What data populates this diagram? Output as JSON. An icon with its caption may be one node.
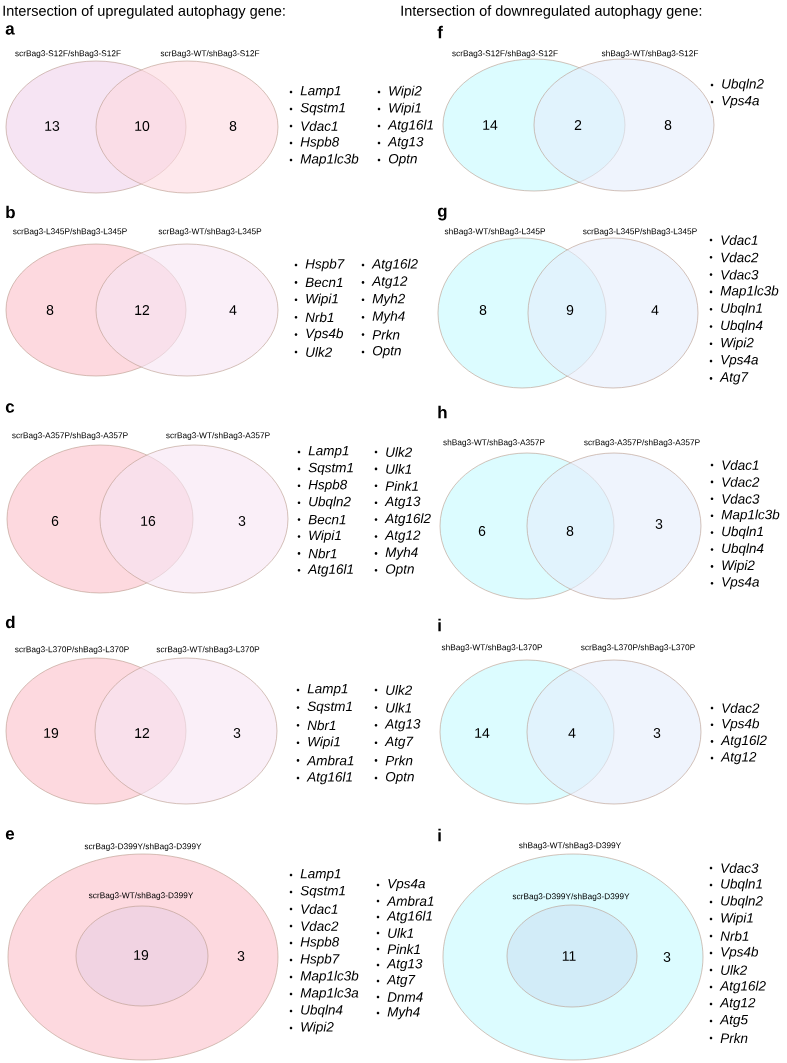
{
  "diagram": {
    "nodes": [
      {
        "text": [
          "scrBag3-S12F/shBag3-S12F",
          "13"
        ]
      },
      {
        "text": [
          "scrBag3-WT/shBag3-S12F",
          "8"
        ]
      },
      {
        "text": [
          "scrBag3-L345P/shBag3-L345P",
          "8"
        ]
      },
      {
        "text": [
          "scrBag3-WT/shBag3-L345P",
          "4"
        ]
      },
      {
        "text": [
          "scrBag3-A357P/shBag3-A357P",
          "6"
        ]
      },
      {
        "text": [
          "scrBag3-WT/shBag3-A357P",
          "3"
        ]
      },
      {
        "text": [
          "scrBag3-L370P/shBag3-L370P",
          "19"
        ]
      },
      {
        "text": [
          "scrBag3-WT/shBag3-L370P",
          "3"
        ]
      },
      {
        "text": [
          "scrBag3-D399Y/shBag3-D399Y",
          "3"
        ]
      },
      {
        "text": [
          "scrBag3-WT/shBag3-D399Y",
          "19"
        ],
        "in": 8
      },
      {
        "text": [
          "scrBag3-S12F/shBag3-S12F",
          "14"
        ]
      },
      {
        "text": [
          "shBag3-WT/shBag3-S12F",
          "8"
        ]
      },
      {
        "text": [
          "shBag3-WT/shBag3-L345P",
          "8"
        ]
      },
      {
        "text": [
          "scrBag3-L345P/shBag3-L345P",
          "4"
        ]
      },
      {
        "text": [
          "shBag3-WT/shBag3-A357P",
          "6"
        ]
      },
      {
        "text": [
          "scrBag3-A357P/shBag3-A357P",
          "3"
        ]
      },
      {
        "text": [
          "shBag3-WT/shBag3-L370P",
          "14"
        ]
      },
      {
        "text": [
          "scrBag3-L370P/shBag3-L370P",
          "3"
        ]
      },
      {
        "text": [
          "shBag3-WT/shBag3-D399Y",
          "3"
        ]
      },
      {
        "text": [
          "scrBag3-D399Y/shBag3-D399Y",
          "11"
        ],
        "in": 18
      }
    ],
    "labels": [
      "Intersection of upregulated autophagy gene:",
      "a",
      "10",
      "Lamp1",
      "Sqstm1",
      "Vdac1",
      "Hspb8",
      "Map1lc3b",
      "Wipi2",
      "Wipi1",
      "Atg16l1",
      "Atg13",
      "Optn",
      "b",
      "12",
      "Hspb7",
      "Becn1",
      "Wipi1",
      "Nrb1",
      "Vps4b",
      "Ulk2",
      "Atg16l2",
      "Atg12",
      "Myh2",
      "Myh4",
      "Prkn",
      "Optn",
      "c",
      "16",
      "Lamp1",
      "Sqstm1",
      "Hspb8",
      "Ubqln2",
      "Becn1",
      "Wipi1",
      "Nbr1",
      "Atg16l1",
      "Ulk2",
      "Ulk1",
      "Pink1",
      "Atg13",
      "Atg16l2",
      "Atg12",
      "Myh4",
      "Optn",
      "d",
      "12",
      "Lamp1",
      "Sqstm1",
      "Nbr1",
      "Wipi1",
      "Ambra1",
      "Atg16l1",
      "Ulk2",
      "Ulk1",
      "Atg13",
      "Atg7",
      "Prkn",
      "Optn",
      "e",
      "Lamp1",
      "Sqstm1",
      "Vdac1",
      "Vdac2",
      "Hspb8",
      "Hspb7",
      "Map1lc3b",
      "Map1lc3a",
      "Ubqln4",
      "Wipi2",
      "Vps4a",
      "Ambra1",
      "Atg16l1",
      "Ulk1",
      "Pink1",
      "Atg13",
      "Atg7",
      "Dnm4",
      "Myh4",
      "Intersection of downregulated autophagy gene:",
      "f",
      "2",
      "Ubqln2",
      "Vps4a",
      "g",
      "9",
      "Vdac1",
      "Vdac2",
      "Vdac3",
      "Map1lc3b",
      "Ubqln1",
      "Ubqln4",
      "Wipi2",
      "Vps4a",
      "Atg7",
      "h",
      "8",
      "Vdac1",
      "Vdac2",
      "Vdac3",
      "Map1lc3b",
      "Ubqln1",
      "Ubqln4",
      "Wipi2",
      "Vps4a",
      "i",
      "4",
      "Vdac2",
      "Vps4b",
      "Atg16l2",
      "Atg12",
      "i",
      "Vdac3",
      "Ubqln1",
      "Ubqln2",
      "Wipi1",
      "Nrb1",
      "Vps4b",
      "Ulk2",
      "Atg16l2",
      "Atg12",
      "Atg5",
      "Prkn"
    ]
  }
}
